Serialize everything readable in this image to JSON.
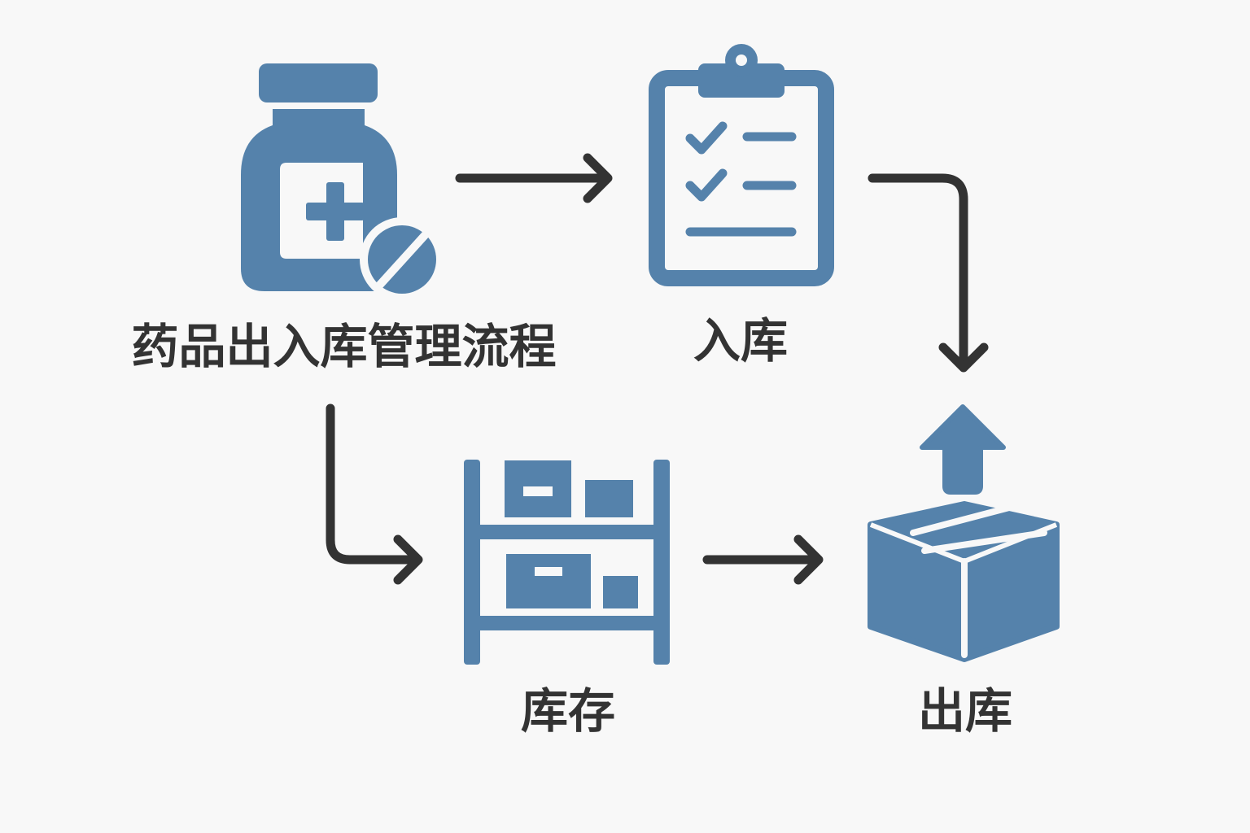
{
  "diagram": {
    "title": "药品出入库管理流程",
    "nodes": {
      "inbound": {
        "label": "入库",
        "icon": "clipboard-checklist-icon"
      },
      "inventory": {
        "label": "库存",
        "icon": "warehouse-shelf-icon"
      },
      "outbound": {
        "label": "出库",
        "icon": "box-upload-icon"
      },
      "start": {
        "icon": "medicine-bottle-icon"
      }
    },
    "edges": [
      {
        "from": "start",
        "to": "inbound"
      },
      {
        "from": "inbound",
        "to": "outbound"
      },
      {
        "from": "start",
        "to": "inventory"
      },
      {
        "from": "inventory",
        "to": "outbound"
      }
    ],
    "colors": {
      "icon": "#5582ab",
      "arrow": "#333333",
      "text": "#333333",
      "background": "#f8f8f8"
    }
  }
}
